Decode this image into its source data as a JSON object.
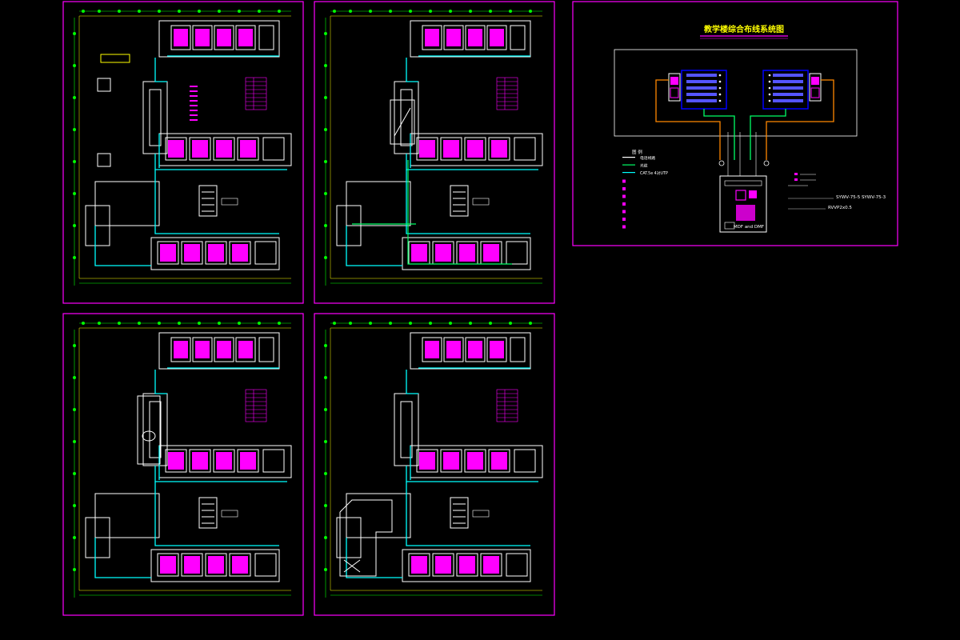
{
  "colors": {
    "background": "#000000",
    "frame": "#ff00ff",
    "wall": "#ffffff",
    "cable_main": "#00ffff",
    "cable_alt": "#00ff66",
    "device": "#ff00ff",
    "grid": "#00ff00",
    "dim": "#ffff00",
    "title": "#ffff00",
    "tv_cable": "#ff8800"
  },
  "system_diagram": {
    "title": "教学楼综合布线系统图",
    "legend_heading": "图  例",
    "legend": [
      {
        "label": "电话线路",
        "code": ""
      },
      {
        "label": "光缆",
        "code": ""
      },
      {
        "label": "CAT.5e 4对UTP",
        "code": ""
      },
      {
        "label": "",
        "code": ""
      },
      {
        "label": "",
        "code": ""
      },
      {
        "label": "",
        "code": ""
      },
      {
        "label": "",
        "code": ""
      },
      {
        "label": "",
        "code": ""
      },
      {
        "label": "",
        "code": ""
      },
      {
        "label": "",
        "code": ""
      }
    ],
    "notes": [
      "SYWV-75-5  SYWV-75-3",
      "RVVP2x0.5"
    ],
    "cabinet_label": "MDF and DMF"
  }
}
